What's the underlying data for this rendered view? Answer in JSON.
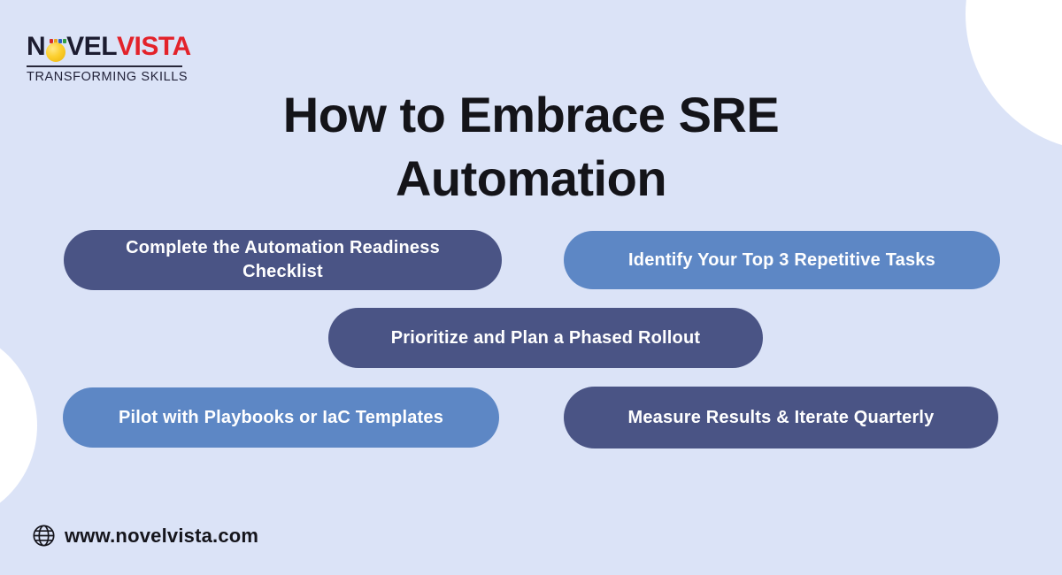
{
  "brand": {
    "logo_part_n": "N",
    "logo_part_vel": "VEL",
    "logo_part_vista": "VISTA",
    "tagline": "TRANSFORMING SKILLS"
  },
  "title": {
    "line1": "How to Embrace SRE",
    "line2": "Automation"
  },
  "steps": [
    {
      "label": "Complete the Automation Readiness Checklist",
      "variant": "dark"
    },
    {
      "label": "Identify Your Top 3 Repetitive Tasks",
      "variant": "light"
    },
    {
      "label": "Prioritize and Plan a Phased Rollout",
      "variant": "dark"
    },
    {
      "label": "Pilot with Playbooks or IaC Templates",
      "variant": "light"
    },
    {
      "label": "Measure Results & Iterate Quarterly",
      "variant": "dark"
    }
  ],
  "footer": {
    "website": "www.novelvista.com",
    "icon": "globe-icon"
  },
  "colors": {
    "background": "#dbe3f7",
    "pill_dark": "#4a5485",
    "pill_light": "#5d87c5",
    "logo_navy": "#1c1c30",
    "logo_red": "#e3222a",
    "bulb_yellow": "#fccf2e",
    "text_dark": "#141419",
    "decorative_circle": "#ffffff"
  }
}
